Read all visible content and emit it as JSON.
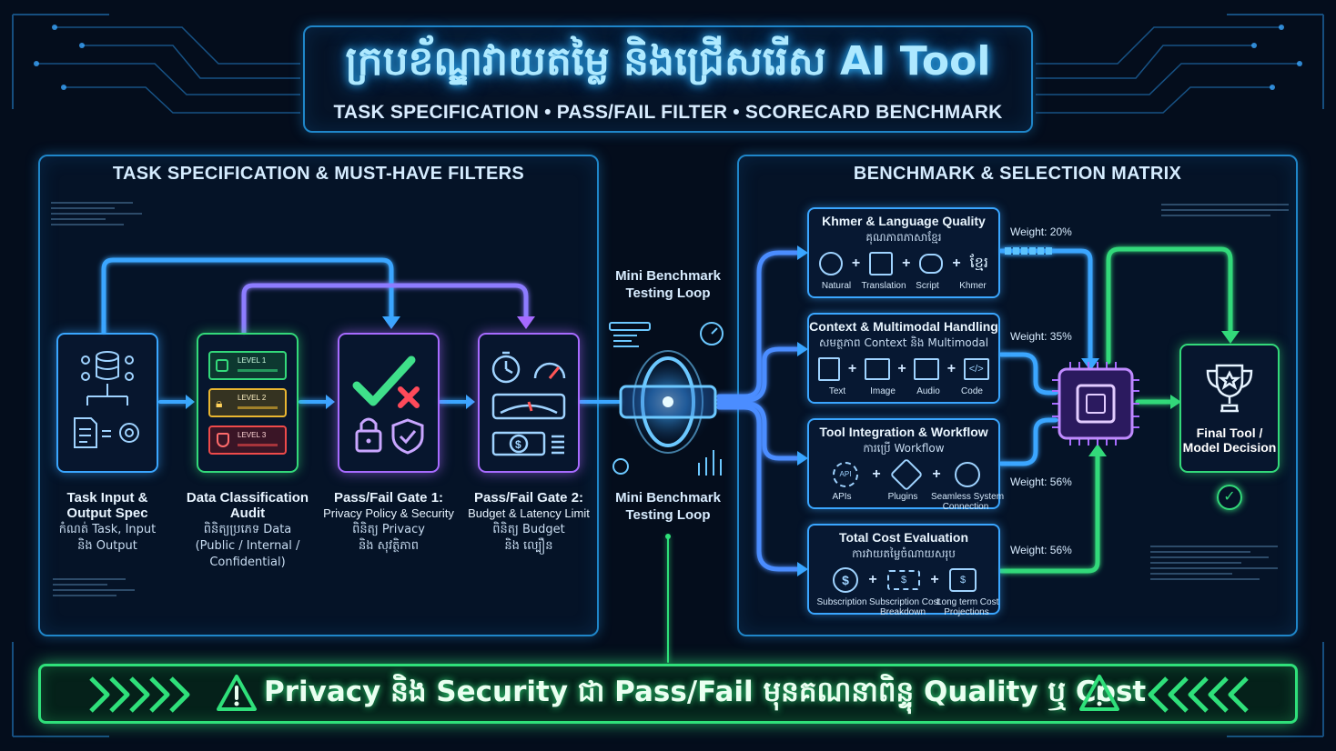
{
  "header": {
    "title": "ក្របខ័ណ្ឌវាយតម្លៃ និងជ្រើសរើស AI Tool",
    "subtitle": "TASK SPECIFICATION • PASS/FAIL FILTER • SCORECARD BENCHMARK"
  },
  "left_panel": {
    "title": "TASK SPECIFICATION & MUST-HAVE FILTERS",
    "steps": [
      {
        "name": "Task Input & Output Spec",
        "line1": "Task Input &",
        "line2": "Output Spec",
        "kh1": "កំណត់ Task, Input",
        "kh2": "និង Output",
        "kh3": ""
      },
      {
        "name": "Data Classification Audit",
        "line1": "Data Classification",
        "line2": "Audit",
        "kh1": "ពិនិត្យប្រភេទ Data",
        "kh2": "(Public / Internal /",
        "kh3": "Confidential)"
      },
      {
        "name": "Pass/Fail Gate 1",
        "line1": "Pass/Fail Gate 1:",
        "line2": "Privacy Policy & Security",
        "kh1": "ពិនិត្យ Privacy",
        "kh2": "និង សុវត្ថិភាព",
        "kh3": ""
      },
      {
        "name": "Pass/Fail Gate 2",
        "line1": "Pass/Fail Gate 2:",
        "line2": "Budget & Latency Limit",
        "kh1": "ពិនិត្យ Budget",
        "kh2": "និង ល្បឿន",
        "kh3": ""
      }
    ],
    "levels": [
      "LEVEL 1",
      "LEVEL 2",
      "LEVEL 3"
    ]
  },
  "center": {
    "top_line1": "Mini Benchmark",
    "top_line2": "Testing Loop",
    "bottom_line1": "Mini Benchmark",
    "bottom_line2": "Testing Loop"
  },
  "right_panel": {
    "title": "BENCHMARK & SELECTION MATRIX",
    "criteria": [
      {
        "title": "Khmer & Language Quality",
        "kh": "គុណភាពភាសាខ្មែរ",
        "weight": "Weight: 20%",
        "items": [
          "Natural",
          "Translation",
          "Script",
          "Khmer"
        ],
        "glyph": "ខ្មែរ"
      },
      {
        "title": "Context & Multimodal Handling",
        "kh": "សមត្ថភាព Context និង Multimodal",
        "weight": "Weight: 35%",
        "items": [
          "Text",
          "Image",
          "Audio",
          "Code"
        ]
      },
      {
        "title": "Tool Integration & Workflow",
        "kh": "ការប្រើ Workflow",
        "weight": "Weight: 56%",
        "items": [
          "APIs",
          "Plugins",
          "Seamless System",
          "Connection"
        ],
        "api_text": "API"
      },
      {
        "title": "Total Cost Evaluation",
        "kh": "ការវាយតម្លៃចំណាយសរុប",
        "weight": "Weight: 56%",
        "items": [
          "Subscription",
          "Subscription Cost",
          "Breakdown",
          "Long term Cost",
          "Projections"
        ]
      }
    ],
    "final_line1": "Final Tool /",
    "final_line2": "Model Decision"
  },
  "banner": {
    "text": "Privacy និង Security ជា Pass/Fail មុនគណនាពិន្ទុ Quality ឬ Cost"
  },
  "colors": {
    "background": "#040d1c",
    "frame_blue": "#1f86c9",
    "accent_blue": "#3aa6ff",
    "accent_green": "#33d97a",
    "accent_purple": "#a76bff",
    "banner_green": "#2fe07a"
  }
}
